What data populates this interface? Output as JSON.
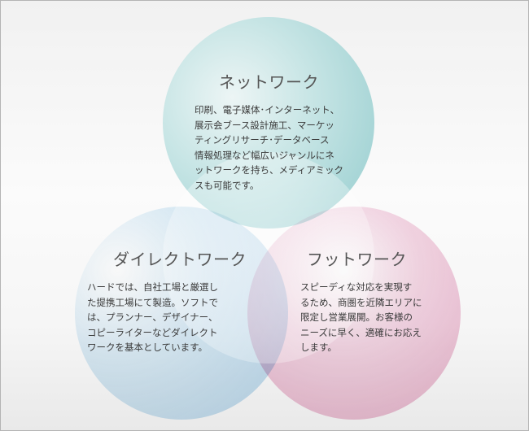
{
  "diagram": {
    "type": "venn",
    "colors": {
      "network": "#82c4c6",
      "direct_work": "#b0d4ec",
      "footwork": "#e8aac6",
      "background": "#f4f4f4",
      "border": "#b4b4b4",
      "title_text": "#555555",
      "body_text": "#3a3a3a"
    },
    "circles": [
      {
        "id": "network",
        "title": "ネットワーク",
        "lines": [
          "印刷、電子媒体･インターネット、",
          "展示会ブース設計施工、マーケッ",
          "ティングリサーチ･データベース",
          "情報処理など幅広いジャンルにネ",
          "ットワークを持ち、メディアミック",
          "スも可能です。"
        ]
      },
      {
        "id": "direct_work",
        "title": "ダイレクトワーク",
        "lines": [
          "ハードでは、自社工場と厳選し",
          "た提携工場にて製造。ソフトで",
          "は、プランナー、デザイナー、",
          "コピーライターなどダイレクト",
          "ワークを基本としています。"
        ]
      },
      {
        "id": "footwork",
        "title": "フットワーク",
        "lines": [
          "スピーディな対応を実現す",
          "るため、商圏を近隣エリアに",
          "限定し営業展開。お客様の",
          "ニーズに早く、適確にお応え",
          "します。"
        ]
      }
    ]
  }
}
